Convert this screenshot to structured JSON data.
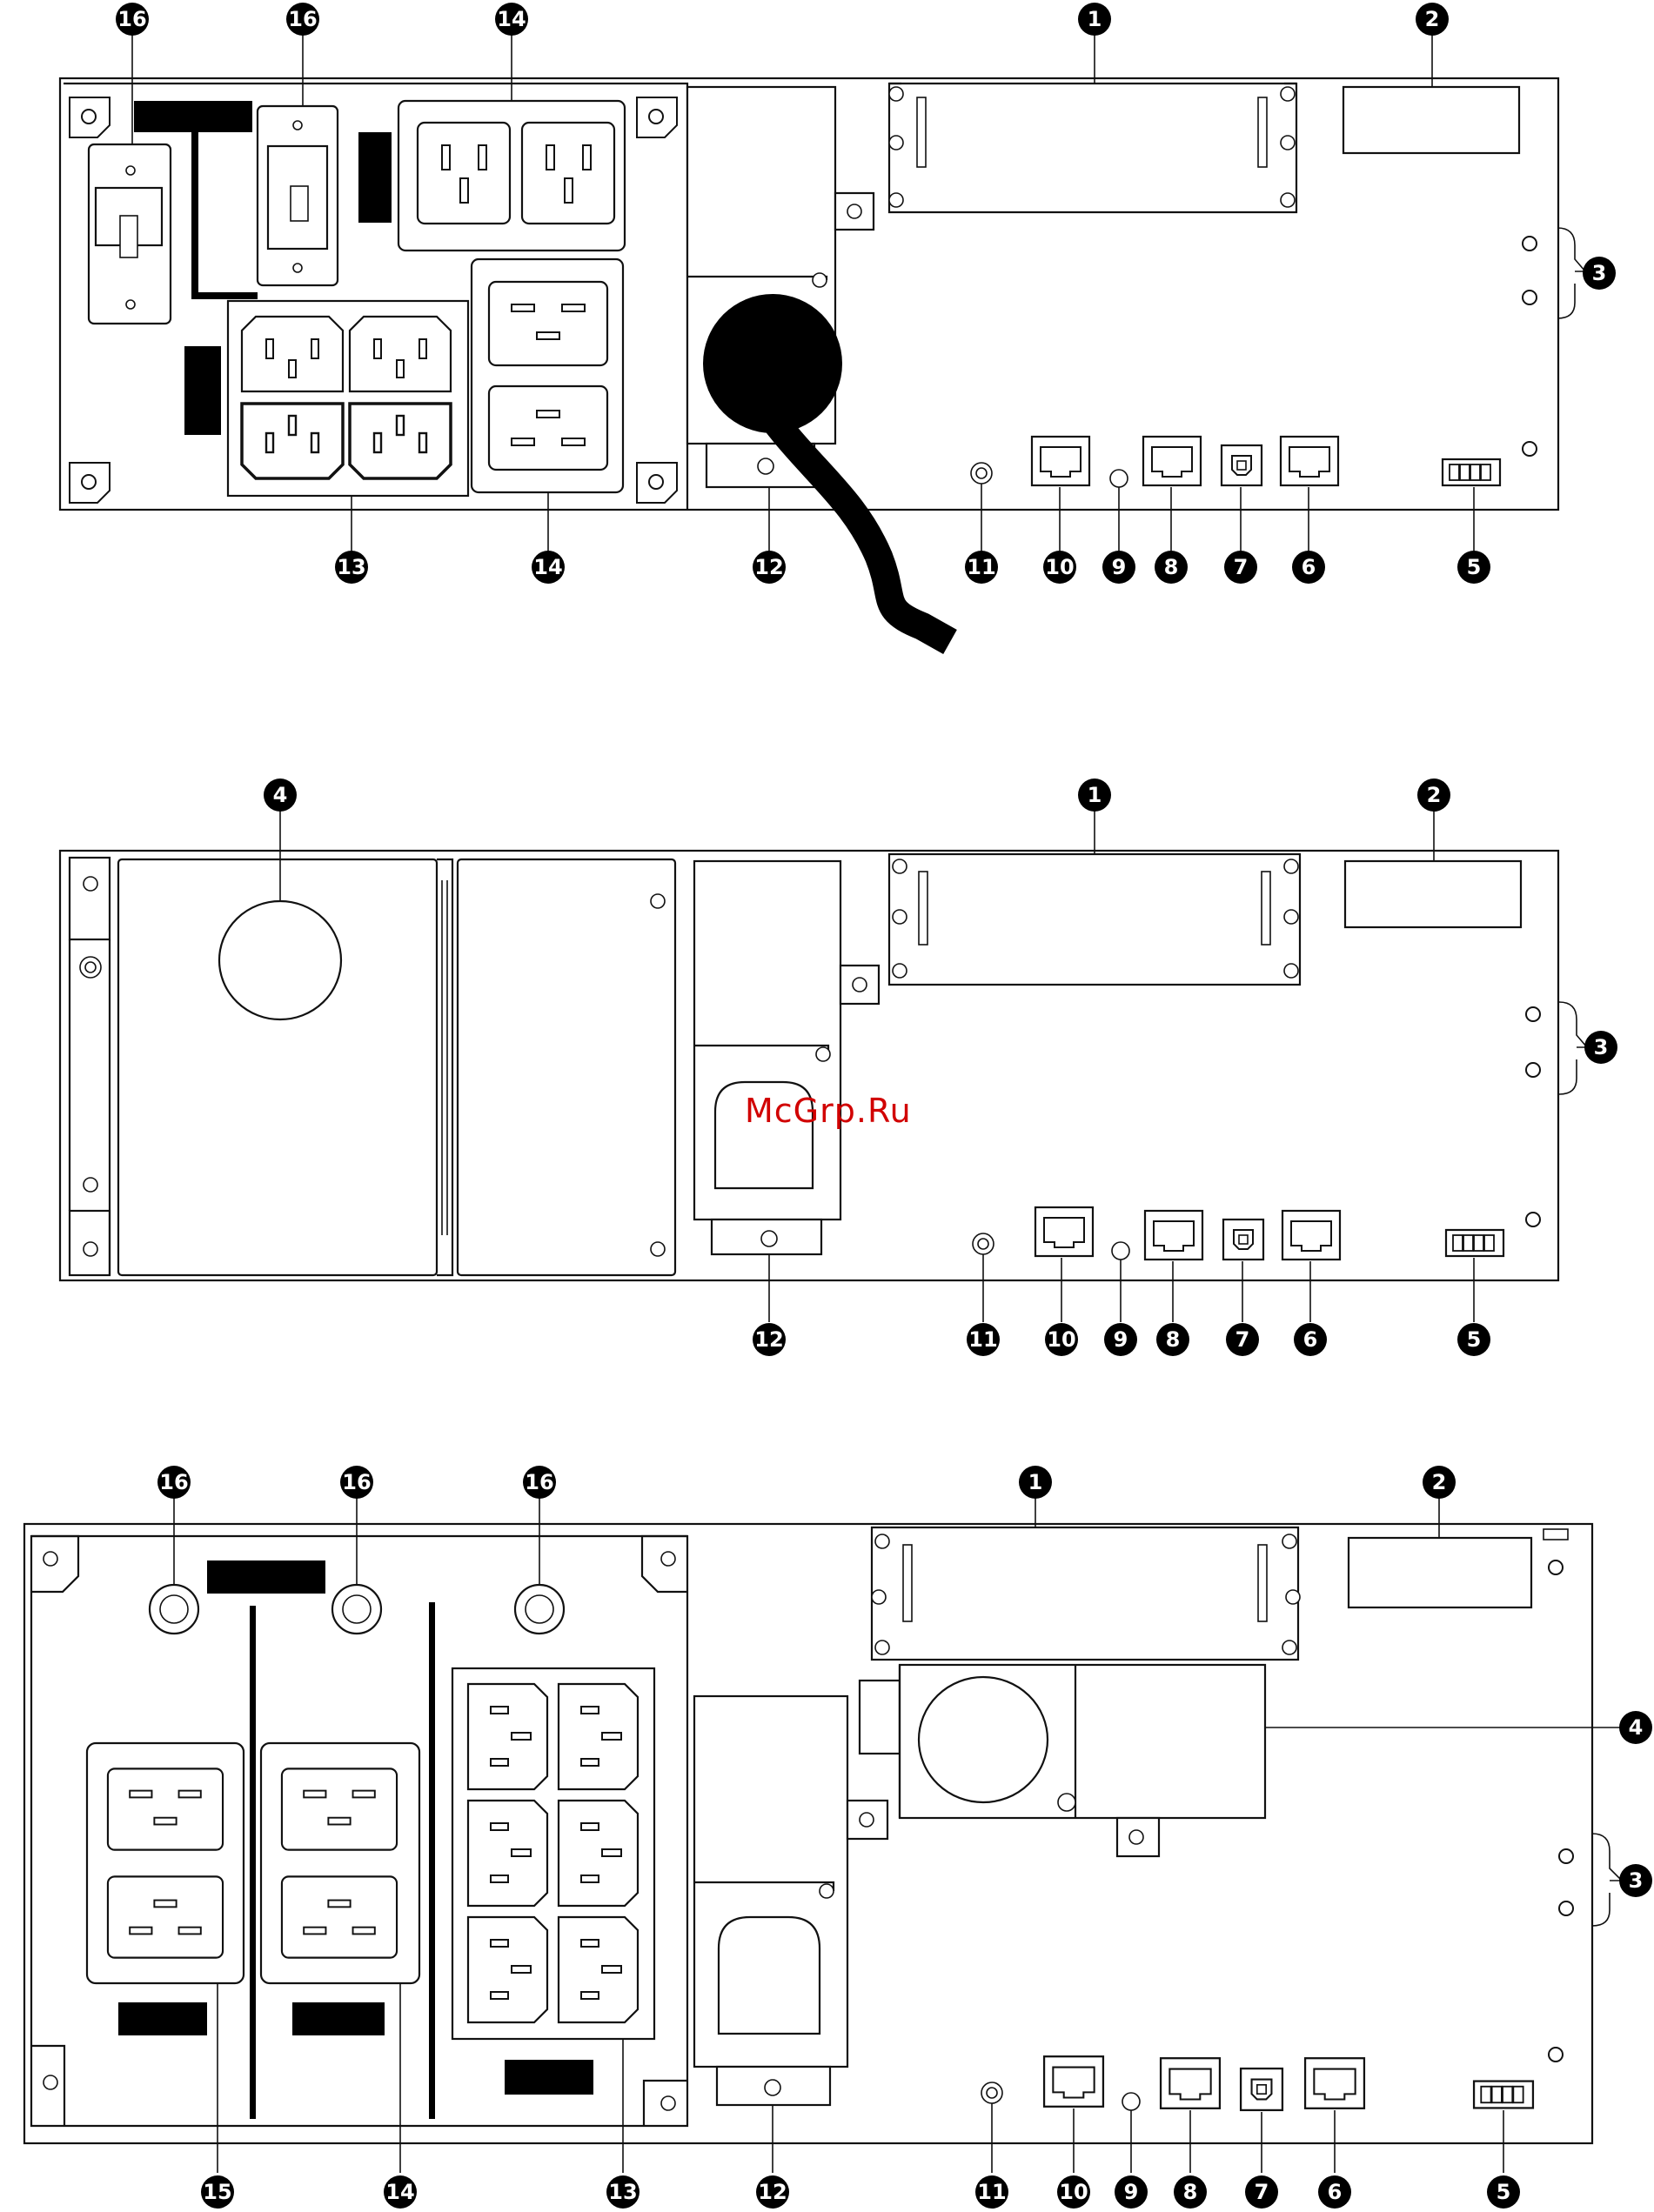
{
  "watermark": "McGrp.Ru",
  "panels": [
    {
      "id": "top",
      "callouts": [
        "16",
        "16",
        "14",
        "1",
        "2",
        "3",
        "13",
        "14",
        "12",
        "11",
        "10",
        "9",
        "8",
        "7",
        "6",
        "5"
      ]
    },
    {
      "id": "middle",
      "callouts": [
        "4",
        "1",
        "2",
        "3",
        "12",
        "11",
        "10",
        "9",
        "8",
        "7",
        "6",
        "5"
      ]
    },
    {
      "id": "bottom",
      "callouts": [
        "16",
        "16",
        "16",
        "1",
        "2",
        "4",
        "3",
        "15",
        "14",
        "13",
        "12",
        "11",
        "10",
        "9",
        "8",
        "7",
        "6",
        "5"
      ]
    }
  ]
}
